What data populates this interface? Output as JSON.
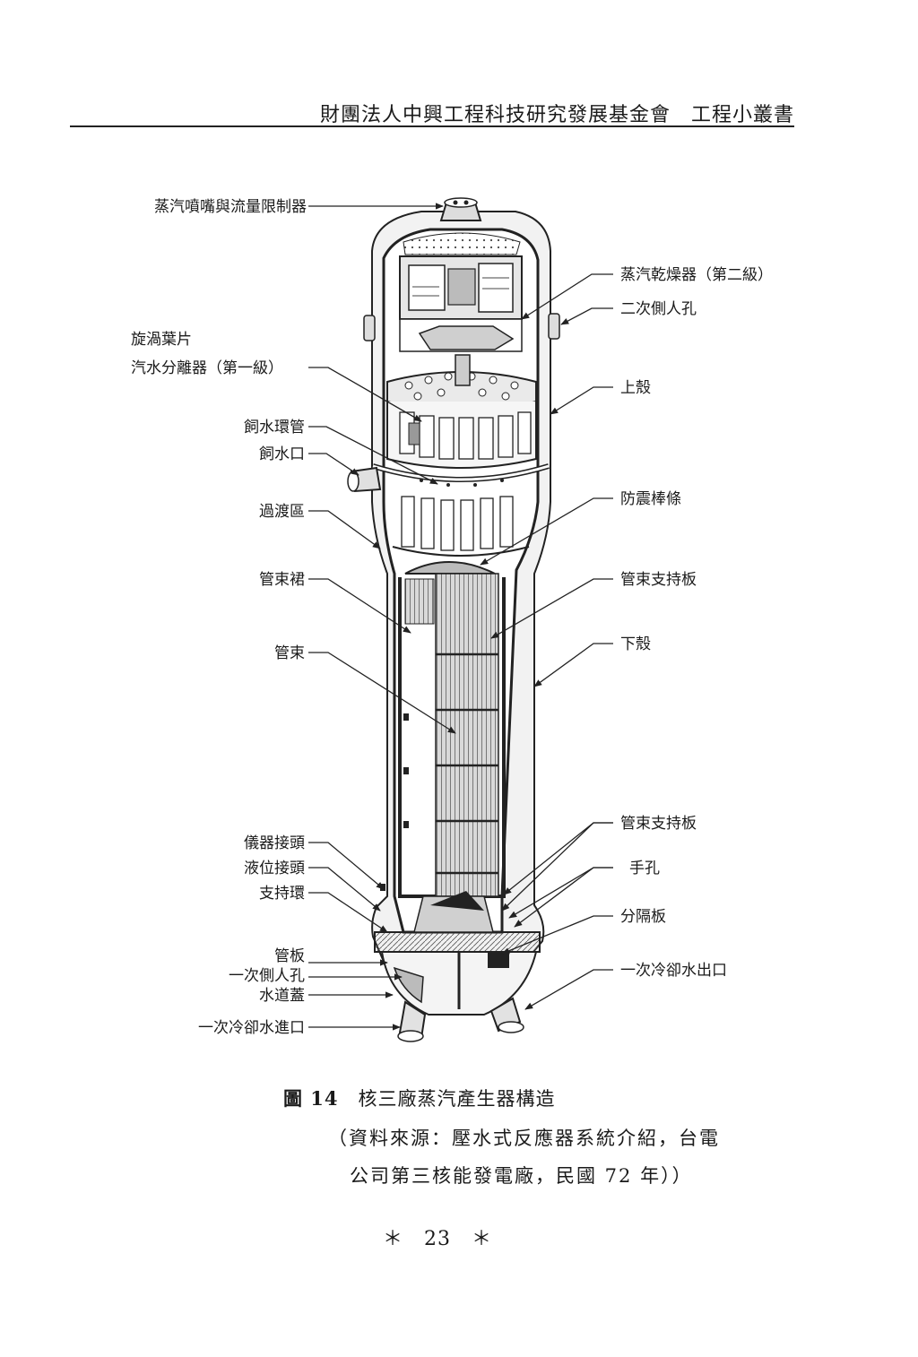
{
  "header": {
    "title": "財團法人中興工程科技研究發展基金會　工程小叢書"
  },
  "diagram": {
    "labels_left": [
      "蒸汽噴嘴與流量限制器",
      "旋渦葉片",
      "汽水分離器（第一級）",
      "飼水環管",
      "飼水口",
      "過渡區",
      "管束裙",
      "管束",
      "儀器接頭",
      "液位接頭",
      "支持環",
      "管板",
      "一次側人孔",
      "水道蓋",
      "一次冷卻水進口"
    ],
    "labels_right": [
      "蒸汽乾燥器（第二級）",
      "二次側人孔",
      "上殼",
      "防震棒條",
      "管束支持板",
      "下殼",
      "管束支持板",
      "手孔",
      "分隔板",
      "一次冷卻水出口"
    ]
  },
  "caption": {
    "figure_number": "圖 14",
    "title": "核三廠蒸汽產生器構造",
    "source_line1": "（資料來源：壓水式反應器系統介紹，台電",
    "source_line2": "公司第三核能發電廠，民國 72 年））"
  },
  "page_number": "＊　23　＊"
}
